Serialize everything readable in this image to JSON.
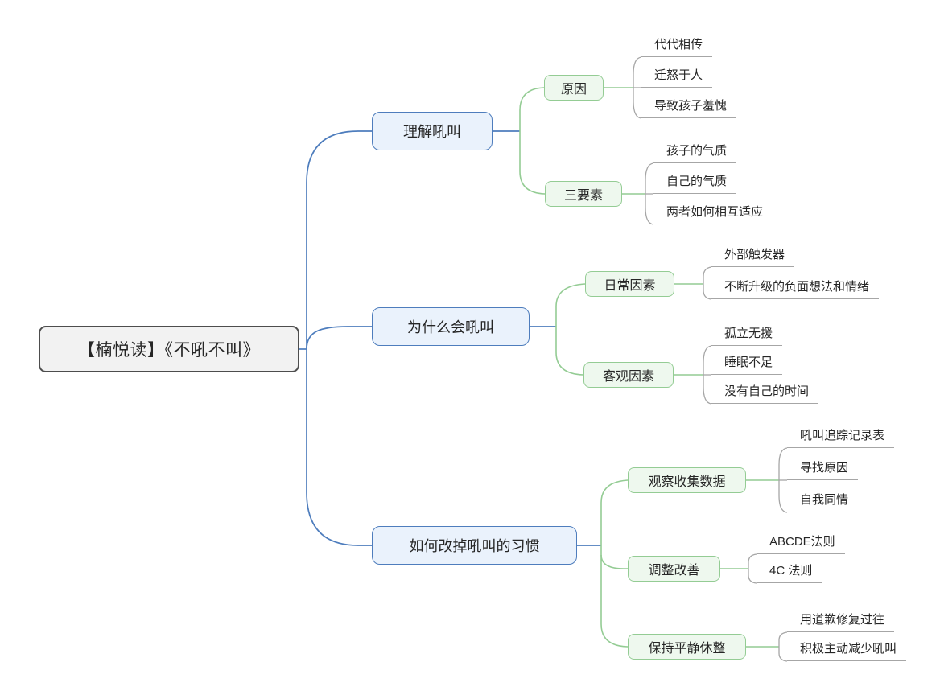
{
  "colors": {
    "root_fill": "#f2f2f2",
    "root_border": "#4d4d4d",
    "l1_fill": "#eaf2fc",
    "l1_border": "#4e7dbd",
    "l2_fill": "#eef8ee",
    "l2_border": "#94cc94",
    "line": "#a6a6a6",
    "text": "#262626"
  },
  "mindmap": {
    "root": {
      "label": "【楠悦读】《不吼不叫》"
    },
    "branches": [
      {
        "label": "理解吼叫",
        "children": [
          {
            "label": "原因",
            "leaves": [
              "代代相传",
              "迁怒于人",
              "导致孩子羞愧"
            ]
          },
          {
            "label": "三要素",
            "leaves": [
              "孩子的气质",
              "自己的气质",
              "两者如何相互适应"
            ]
          }
        ]
      },
      {
        "label": "为什么会吼叫",
        "children": [
          {
            "label": "日常因素",
            "leaves": [
              "外部触发器",
              "不断升级的负面想法和情绪"
            ]
          },
          {
            "label": "客观因素",
            "leaves": [
              "孤立无援",
              "睡眠不足",
              "没有自己的时间"
            ]
          }
        ]
      },
      {
        "label": "如何改掉吼叫的习惯",
        "children": [
          {
            "label": "观察收集数据",
            "leaves": [
              "吼叫追踪记录表",
              "寻找原因",
              "自我同情"
            ]
          },
          {
            "label": "调整改善",
            "leaves": [
              "ABCDE法则",
              "4C 法则"
            ]
          },
          {
            "label": "保持平静休整",
            "leaves": [
              "用道歉修复过往",
              "积极主动减少吼叫"
            ]
          }
        ]
      }
    ]
  }
}
